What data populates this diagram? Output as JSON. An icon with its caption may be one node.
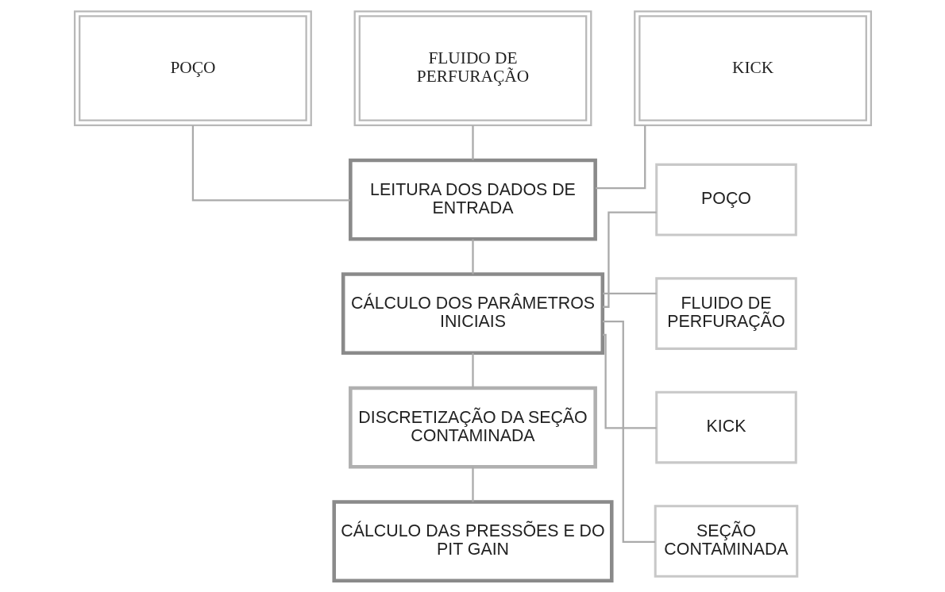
{
  "diagram": {
    "nodes": [
      {
        "text": [
          "POÇO"
        ]
      },
      {
        "text": [
          "FLUIDO DE PERFURAÇÃO"
        ]
      },
      {
        "text": [
          "KICK"
        ]
      },
      {
        "text": [
          "LEITURA DOS DADOS DE ENTRADA"
        ]
      },
      {
        "text": [
          "CÁLCULO DOS PARÂMETROS INICIAIS"
        ]
      },
      {
        "text": [
          "DISCRETIZAÇÃO DA SEÇÃO CONTAMINADA"
        ]
      },
      {
        "text": [
          "CÁLCULO DAS PRESSÕES E DO PIT GAIN"
        ]
      },
      {
        "text": [
          "POÇO"
        ]
      },
      {
        "text": [
          "FLUIDO DE PERFURAÇÃO"
        ]
      },
      {
        "text": [
          "KICK"
        ]
      },
      {
        "text": [
          "SEÇÃO CONTAMINADA"
        ]
      }
    ],
    "edges": [
      {
        "from": 0,
        "to": 3,
        "arrow": "none"
      },
      {
        "from": 1,
        "to": 3,
        "arrow": "none"
      },
      {
        "from": 2,
        "to": 3,
        "arrow": "none"
      },
      {
        "from": 3,
        "to": 4,
        "arrow": "none"
      },
      {
        "from": 4,
        "to": 5,
        "arrow": "none"
      },
      {
        "from": 5,
        "to": 6,
        "arrow": "none"
      },
      {
        "from": 4,
        "to": 7,
        "arrow": "none"
      },
      {
        "from": 4,
        "to": 8,
        "arrow": "none"
      },
      {
        "from": 4,
        "to": 9,
        "arrow": "none"
      },
      {
        "from": 4,
        "to": 10,
        "arrow": "none"
      }
    ]
  }
}
